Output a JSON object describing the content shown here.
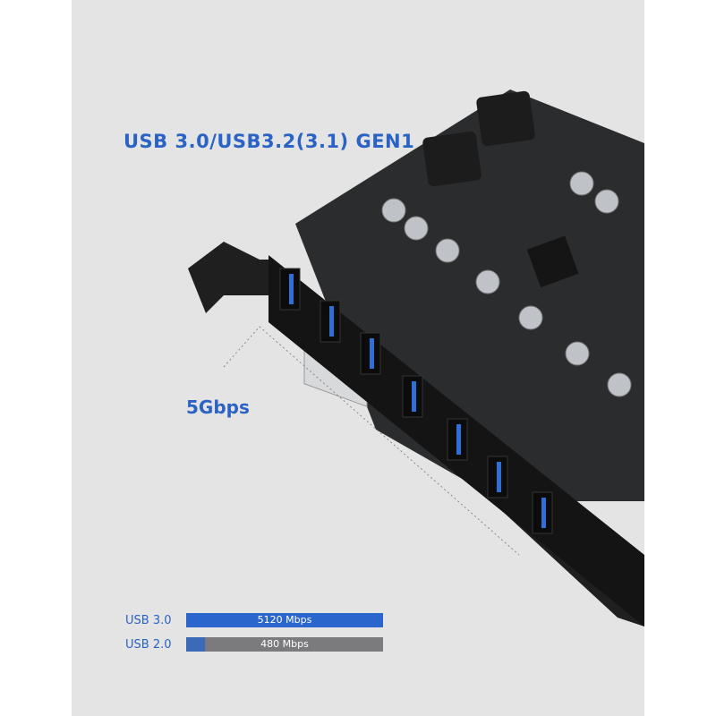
{
  "headline": "USB 3.0/USB3.2(3.1) GEN1",
  "speed_label": "5Gbps",
  "comparison": [
    {
      "label": "USB 3.0",
      "value_text": "5120 Mbps",
      "mbps": 5120,
      "fill_fraction": 1.0,
      "color": "#2a66cc"
    },
    {
      "label": "USB 2.0",
      "value_text": "480 Mbps",
      "mbps": 480,
      "fill_fraction": 0.094,
      "color": "#3a6ab8"
    }
  ],
  "colors": {
    "accent": "#2a63c4",
    "panel": "#e4e4e4"
  }
}
